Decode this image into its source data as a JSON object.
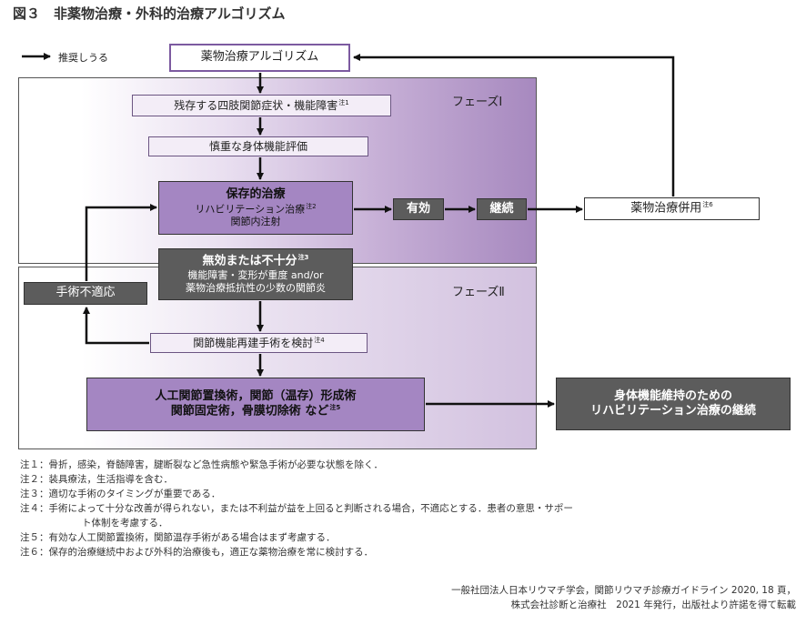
{
  "figure": {
    "title": "図３　非薬物治療・外科的治療アルゴリズム",
    "legend": "推奨しうる"
  },
  "phases": {
    "phase1": "フェーズⅠ",
    "phase2": "フェーズⅡ"
  },
  "boxes": {
    "algorithm": "薬物治療アルゴリズム",
    "residual": "残存する四肢関節症状・機能障害",
    "residual_note": "注1",
    "evaluation": "慎重な身体機能評価",
    "conservative_title": "保存的治療",
    "conservative_line2": "リハビリテーション治療",
    "conservative_note": "注2",
    "conservative_line3": "関節内注射",
    "effective": "有効",
    "continue": "継続",
    "combined": "薬物治療併用",
    "combined_note": "注6",
    "ineffective_title": "無効または不十分",
    "ineffective_note": "注3",
    "ineffective_line2": "機能障害・変形が重度 and/or",
    "ineffective_line3": "薬物治療抵抗性の少数の関節炎",
    "surgery_contra": "手術不適応",
    "reconstruction": "関節機能再建手術を検討",
    "reconstruction_note": "注4",
    "arthroplasty_line1": "人工関節置換術，関節（温存）形成術",
    "arthroplasty_line2": "関節固定術，骨膜切除術 など",
    "arthroplasty_note": "注5",
    "rehab_line1": "身体機能維持のための",
    "rehab_line2": "リハビリテーション治療の継続"
  },
  "footnotes": [
    {
      "label": "注１：",
      "text": "骨折，感染，脊髄障害，腱断裂など急性病態や緊急手術が必要な状態を除く．"
    },
    {
      "label": "注２：",
      "text": "装具療法，生活指導を含む．"
    },
    {
      "label": "注３：",
      "text": "適切な手術のタイミングが重要である．"
    },
    {
      "label": "注４：",
      "text": "手術によって十分な改善が得られない，または不利益が益を上回ると判断される場合，不適応とする．患者の意思・サポー",
      "cont": "ト体制を考慮する．"
    },
    {
      "label": "注５：",
      "text": "有効な人工関節置換術，関節温存手術がある場合はまず考慮する．"
    },
    {
      "label": "注６：",
      "text": "保存的治療継続中および外科的治療後も，適正な薬物治療を常に検討する．"
    }
  ],
  "source": {
    "line1": "一般社団法人日本リウマチ学会，関節リウマチ診療ガイドライン 2020, 18 頁，",
    "line2": "株式会社診断と治療社　2021 年発行，出版社より許諾を得て転載"
  },
  "colors": {
    "arrow": "#111111",
    "box_purple": "#a486c2",
    "box_dark": "#5c5c5c",
    "box_light": "#f3edf7",
    "algorithm_border": "#7c5aa0"
  }
}
